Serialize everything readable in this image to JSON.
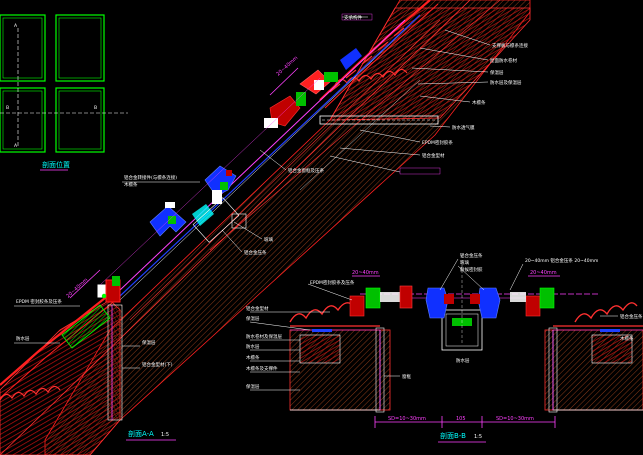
{
  "key_plan": {
    "marks": [
      "B",
      "A",
      "A",
      "B"
    ]
  },
  "key_plan_caption": "剖面位置",
  "section_aa": {
    "title": "剖面A-A",
    "scale": "1:5",
    "dim_top": "20~40mm",
    "dim_bottom": "20~40mm",
    "labels": {
      "top_callout": "支承构件",
      "right_1": "支撑板与檩条连接",
      "right_2": "屋面防水卷材",
      "right_3": "保温层",
      "right_4": "防水层及保温层",
      "right_5": "木檩条",
      "right_6": "防水透气膜",
      "right_7": "EPDM密封胶条",
      "right_8": "铝合金型材",
      "mid_1": "铝合金窗框及压条",
      "mid_2": "玻璃",
      "mid_3": "铝合金压条",
      "left_top_1": "铝合金转接件(与檩条连接)",
      "left_top_2": "木檩条",
      "left_1": "EPDM 密封胶条及压条",
      "left_2": "防水层",
      "left_3": "保温层",
      "left_4": "铝合金型材(下)"
    }
  },
  "section_bb": {
    "title": "剖面B-B",
    "scale": "1:5",
    "dim_left": "20~40mm",
    "dim_right": "20~40mm",
    "dim_b1": "SD=10~30mm",
    "dim_b2": "105",
    "dim_b3": "SD=10~30mm",
    "labels": {
      "top_1": "铝合金压条",
      "top_2": "玻璃",
      "top_3": "耐候密封胶",
      "top_r": "20~40mm 铝合金压条 20~40mm",
      "left_1": "EPDM密封胶条及压条",
      "left_2": "铝合金型材",
      "left_3": "保温层",
      "left_4": "防水卷材及保温层",
      "left_5": "防水层",
      "left_6": "木檩条",
      "left_7": "木檩条及支撑件",
      "left_8": "保温层",
      "mid_1": "窗框",
      "mid_2": "防水层",
      "right_1": "铝合金压条",
      "right_2": "木檩条"
    }
  },
  "colors": {
    "background": "#000000",
    "frame": "#00ff00",
    "roof_red": "#ff2020",
    "steel_magenta": "#ff40ff",
    "profile_blue": "#2040ff",
    "label_white": "#ffffff",
    "dim_cyan": "#00ffff",
    "seal_green": "#00c000"
  }
}
